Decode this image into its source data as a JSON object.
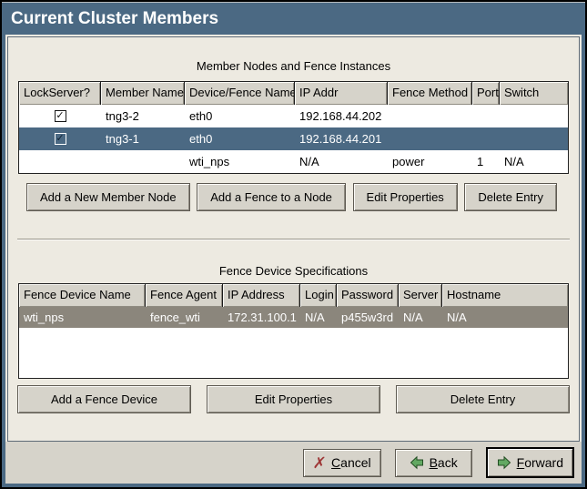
{
  "window": {
    "title": "Current Cluster Members"
  },
  "colors": {
    "title_bar": "#4b6983",
    "active_selection": "#4b6983",
    "inactive_selection": "#8b867c",
    "content_bg": "#edeae1",
    "footer_bg": "#d6d3ca",
    "cancel_x_red": "#9e3636",
    "arrow_green": "#63a963"
  },
  "section1": {
    "caption": "Member Nodes and Fence Instances",
    "columns": [
      "LockServer?",
      "Member Name",
      "Device/Fence Name",
      "IP Addr",
      "Fence Method",
      "Port",
      "Switch"
    ],
    "checkmark": "✓",
    "rows": [
      {
        "lockserver": true,
        "selected": false,
        "cells": [
          "",
          "tng3-2",
          "eth0",
          "192.168.44.202",
          "",
          "",
          ""
        ]
      },
      {
        "lockserver": true,
        "selected": true,
        "cells": [
          "",
          "tng3-1",
          "eth0",
          "192.168.44.201",
          "",
          "",
          ""
        ]
      },
      {
        "lockserver": false,
        "selected": false,
        "cells": [
          "",
          "",
          "wti_nps",
          "N/A",
          "power",
          "1",
          "N/A"
        ]
      }
    ],
    "buttons": [
      "Add a New Member Node",
      "Add a Fence to a Node",
      "Edit Properties",
      "Delete Entry"
    ]
  },
  "section2": {
    "caption": "Fence Device Specifications",
    "columns": [
      "Fence Device Name",
      "Fence Agent",
      "IP Address",
      "Login",
      "Password",
      "Server",
      "Hostname"
    ],
    "rows": [
      {
        "selected": true,
        "cells": [
          "wti_nps",
          "fence_wti",
          "172.31.100.1",
          "N/A",
          "p455w3rd",
          "N/A",
          "N/A"
        ]
      }
    ],
    "buttons": [
      "Add a Fence Device",
      "Edit Properties",
      "Delete Entry"
    ]
  },
  "footer": {
    "cancel": {
      "mnemonic": "C",
      "rest": "ancel"
    },
    "back": {
      "mnemonic": "B",
      "rest": "ack"
    },
    "forward": {
      "mnemonic": "F",
      "rest": "orward"
    },
    "cancel_icon": "✗"
  }
}
